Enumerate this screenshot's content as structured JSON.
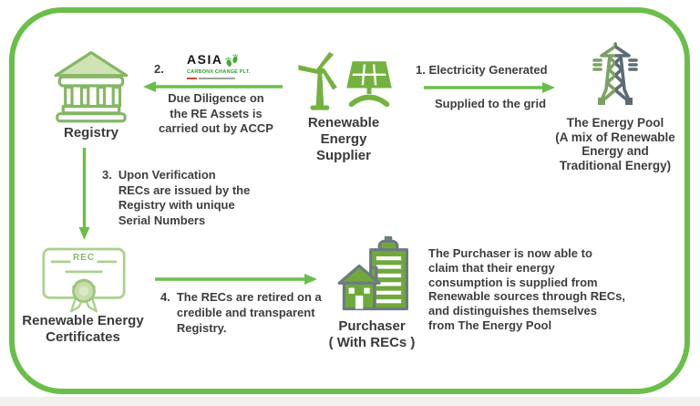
{
  "frame": {
    "border_color": "#6abf4a"
  },
  "logo": {
    "name": "ASIA",
    "subtitle": "CARBONX CHANGE PLT."
  },
  "nodes": {
    "registry": {
      "label": "Registry"
    },
    "supplier": {
      "lines": [
        "Renewable",
        "Energy",
        "Supplier"
      ]
    },
    "energy_pool": {
      "lines": [
        "The Energy Pool",
        "(A mix of Renewable",
        "Energy and",
        "Traditional Energy)"
      ]
    },
    "certificates": {
      "badge": "REC",
      "lines": [
        "Renewable Energy",
        "Certificates"
      ]
    },
    "purchaser": {
      "lines": [
        "Purchaser",
        "( With RECs )"
      ]
    }
  },
  "steps": {
    "one": {
      "number": "1.",
      "text": "Electricity Generated",
      "subtext": "Supplied to the grid"
    },
    "two": {
      "number": "2.",
      "lines": [
        "Due Diligence on",
        "the RE Assets is",
        "carried out by ACCP"
      ]
    },
    "three": {
      "number": "3.",
      "lines": [
        "Upon Verification",
        "RECs are issued by the",
        "Registry with unique",
        "Serial Numbers"
      ]
    },
    "four": {
      "number": "4.",
      "lines": [
        "The RECs are retired on a",
        "credible and transparent",
        "Registry."
      ]
    }
  },
  "note": {
    "lines": [
      "The Purchaser is now able to",
      "claim that their energy",
      "consumption is supplied from",
      "Renewable sources through RECs,",
      "and distinguishes themselves",
      "from The Energy Pool"
    ]
  },
  "colors": {
    "accent_green": "#6abf4a",
    "icon_green": "#74b23f",
    "tower_gray": "#5d6b73",
    "tower_green": "#7ba263",
    "text": "#3e3e3e"
  }
}
